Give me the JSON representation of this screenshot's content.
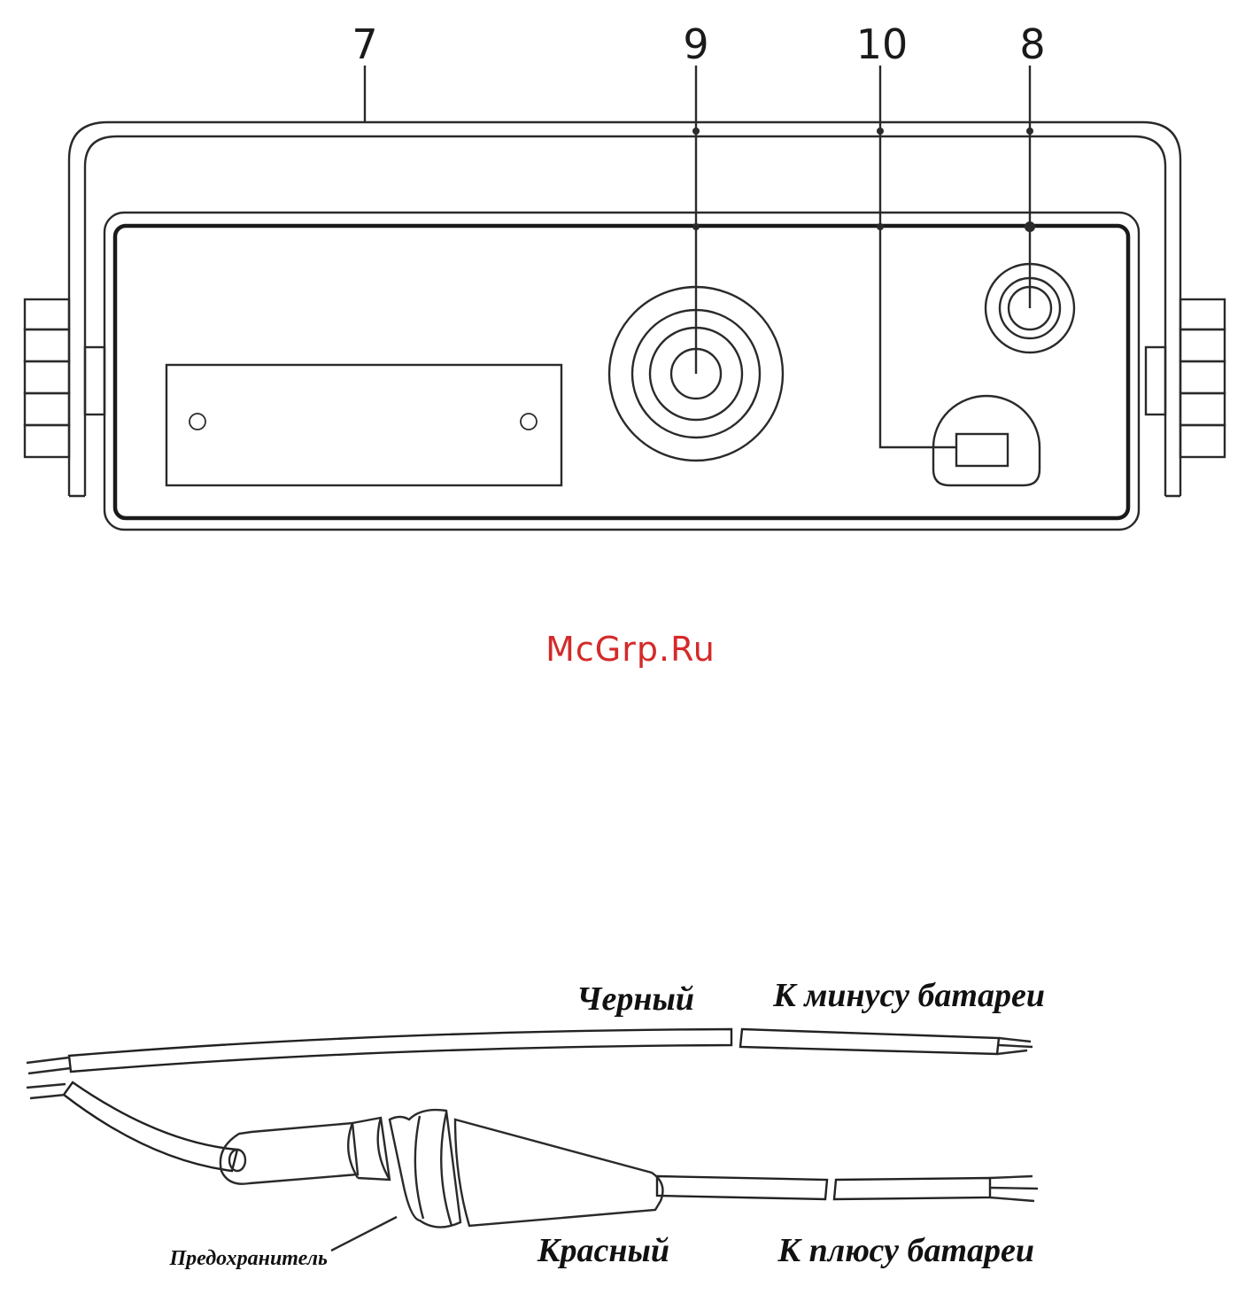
{
  "diagram": {
    "callouts": {
      "c7": "7",
      "c9": "9",
      "c10": "10",
      "c8": "8"
    },
    "watermark": {
      "text": "McGrp.Ru",
      "color": "#d42a2a"
    },
    "cable_labels": {
      "black": "Черный",
      "to_minus": "К минусу батареи",
      "red": "Красный",
      "to_plus": "К плюсу батареи",
      "fuse": "Предохранитель"
    },
    "colors": {
      "line": "#2a2a2a",
      "background": "#ffffff"
    }
  }
}
